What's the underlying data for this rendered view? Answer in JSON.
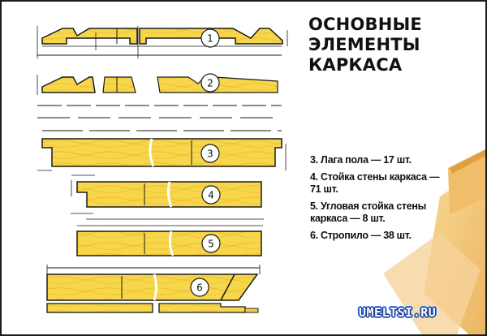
{
  "title": {
    "lines": [
      "ОСНОВНЫЕ",
      "ЭЛЕМЕНТЫ",
      "КАРКАСА"
    ]
  },
  "parts": [
    {
      "number": "1"
    },
    {
      "number": "2"
    },
    {
      "number": "3"
    },
    {
      "number": "4"
    },
    {
      "number": "5"
    },
    {
      "number": "6"
    }
  ],
  "legend": {
    "items": [
      {
        "label": "3. Лага пола — 17 шт."
      },
      {
        "label": "4. Стойка стены каркаса — 71 шт."
      },
      {
        "label": "5. Угловая стойка стены каркаса — 8 шт."
      },
      {
        "label": "6. Стропило — 38 шт."
      }
    ]
  },
  "watermark": "UMELTSI.RU",
  "colors": {
    "wood": "#f7d64a",
    "wood_grain": "#e8b92e",
    "outline": "#1a1a1a",
    "photo_wood": "#f3c46a"
  }
}
